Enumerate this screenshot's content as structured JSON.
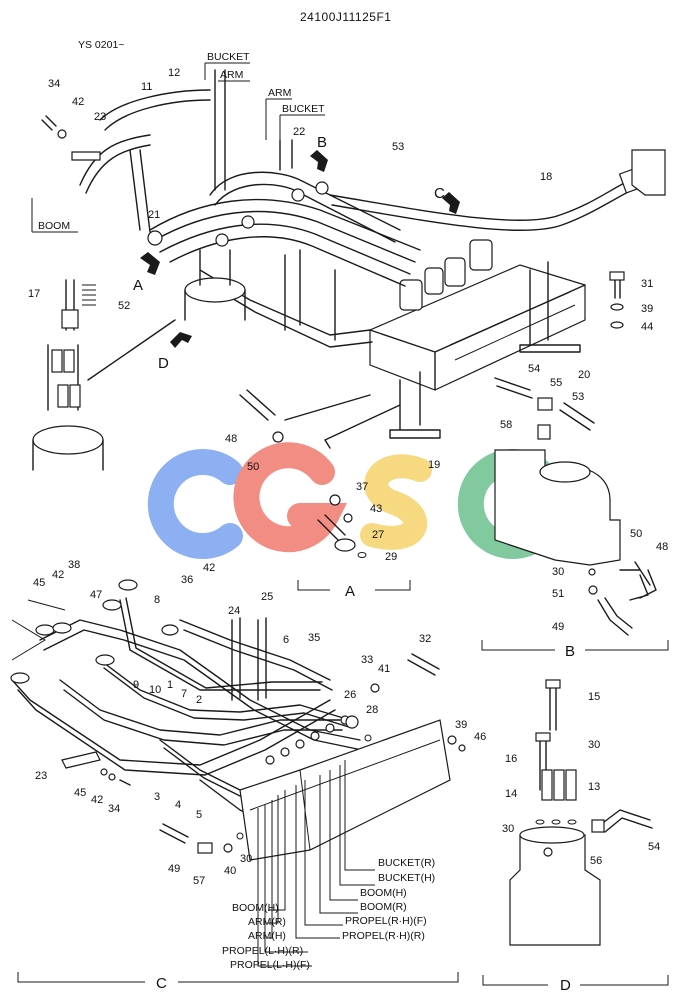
{
  "header": {
    "part_code": "24100J11125F1",
    "serial_range": "YS 0201~"
  },
  "watermark": {
    "text": "CGSC",
    "colors": [
      "#7aa3f0",
      "#f07a6e",
      "#f5d36a",
      "#6cc08f"
    ]
  },
  "view_labels": {
    "A": "A",
    "B": "B",
    "C": "C",
    "D": "D"
  },
  "arrows": {
    "arrow_A": "A",
    "arrow_B": "B",
    "arrow_C": "C",
    "arrow_D": "D"
  },
  "main_labels": {
    "bucket_top": "BUCKET",
    "arm_top": "ARM",
    "arm_mid": "ARM",
    "bucket_mid": "BUCKET",
    "boom_left": "BOOM"
  },
  "part_numbers_main": [
    "34",
    "42",
    "23",
    "11",
    "12",
    "22",
    "53",
    "18",
    "21",
    "17",
    "52",
    "31",
    "39",
    "44",
    "20",
    "54",
    "55",
    "53",
    "58",
    "48",
    "50",
    "19",
    "37",
    "43",
    "27",
    "29"
  ],
  "view_b_numbers": [
    "30",
    "51",
    "49",
    "50",
    "48"
  ],
  "view_c_numbers": [
    "38",
    "45",
    "42",
    "47",
    "36",
    "42",
    "8",
    "24",
    "25",
    "9",
    "10",
    "1",
    "7",
    "2",
    "6",
    "35",
    "32",
    "33",
    "41",
    "26",
    "28",
    "39",
    "46",
    "23",
    "45",
    "42",
    "34",
    "3",
    "4",
    "5",
    "49",
    "57",
    "40",
    "30"
  ],
  "view_c_port_labels": [
    "BUCKET(R)",
    "BUCKET(H)",
    "BOOM(H)",
    "BOOM(R)",
    "PROPEL(R·H)(F)",
    "PROPEL(R·H)(R)",
    "BOOM(H)",
    "ARM(R)",
    "ARM(H)",
    "PROPEL(L·H)(R)",
    "PROPEL(L·H)(F)"
  ],
  "view_d_numbers": [
    "15",
    "30",
    "16",
    "13",
    "14",
    "30",
    "56",
    "54"
  ]
}
